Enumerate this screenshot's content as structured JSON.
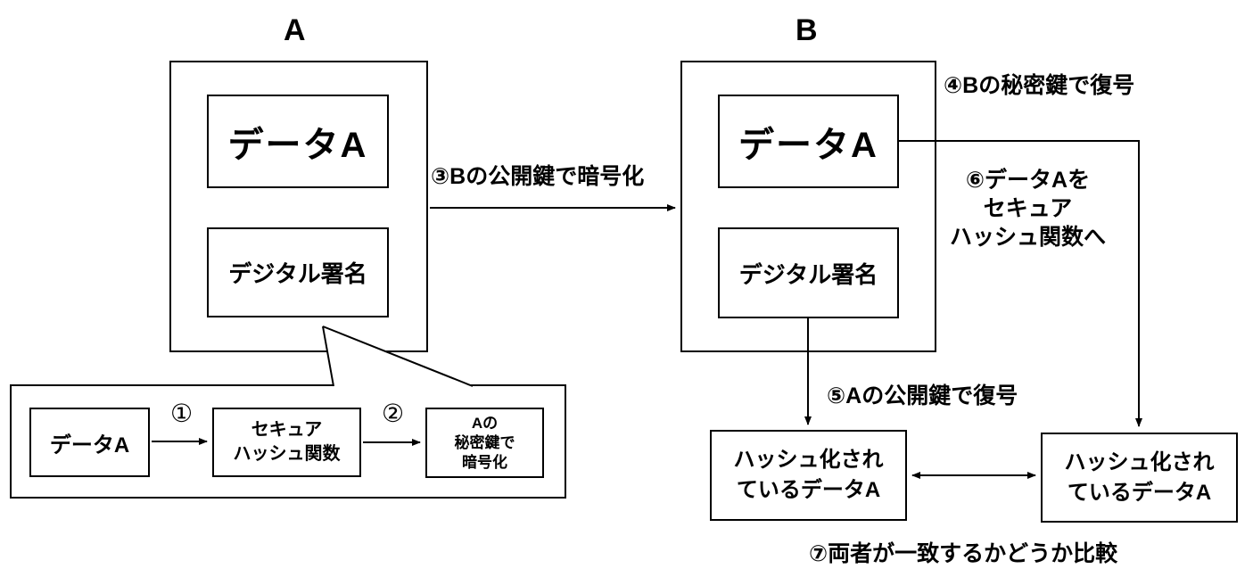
{
  "background": "#ffffff",
  "line_color": "#000000",
  "party_a": {
    "title": "A",
    "data_label": "データA",
    "signature_label": "デジタル署名"
  },
  "party_b": {
    "title": "B",
    "data_label": "データA",
    "signature_label": "デジタル署名"
  },
  "signature_detail": {
    "data_label": "データA",
    "step1_marker": "①",
    "hash_function_label": "セキュア\nハッシュ関数",
    "step2_marker": "②",
    "encrypt_label": "Aの\n秘密鍵で\n暗号化"
  },
  "flow_labels": {
    "step3": "③Bの公開鍵で暗号化",
    "step4": "④Bの秘密鍵で復号",
    "step5": "⑤Aの公開鍵で復号",
    "step6": "⑥データAを\nセキュア\nハッシュ関数へ",
    "step7": "⑦両者が一致するかどうか比較"
  },
  "results": {
    "hashed_data_left": "ハッシュ化され\nているデータA",
    "hashed_data_right": "ハッシュ化され\nているデータA"
  }
}
